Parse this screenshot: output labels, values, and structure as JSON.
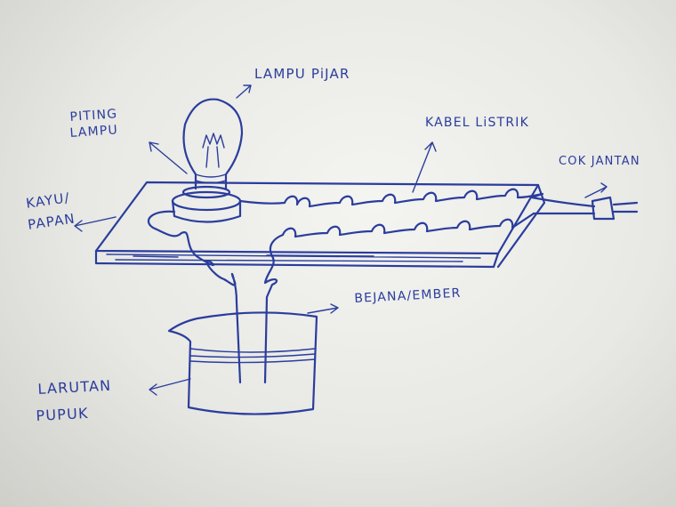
{
  "labels": {
    "lampu_pijar": "LAMPU PiJAR",
    "piting_line1": "PITING",
    "piting_line2": "LAMPU",
    "kabel_listrik": "KABEL LiSTRIK",
    "cok_jantan": "COK JANTAN",
    "kayu_line1": "KAYU/",
    "kayu_line2": "PAPAN",
    "bejana": "BEJANA/EMBER",
    "larutan_line1": "LARUTAN",
    "larutan_line2": "PUPUK"
  },
  "colors": {
    "ink": "#2a3d9c",
    "paper": "#f4f4f1"
  }
}
